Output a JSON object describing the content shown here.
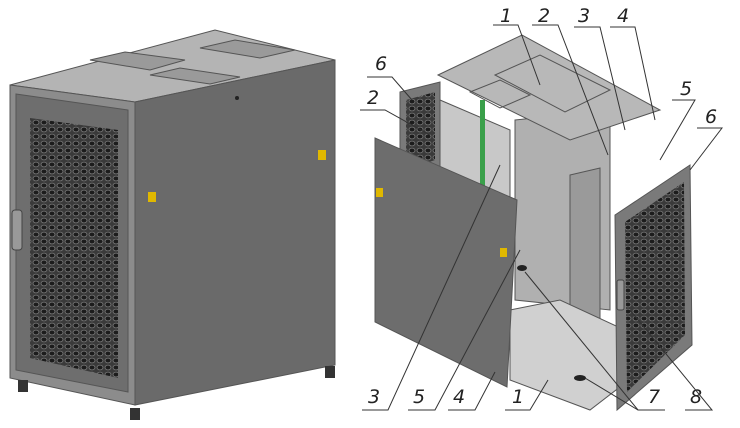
{
  "diagram": {
    "subject": "server-cabinet-assembled-and-exploded",
    "colors": {
      "panel": "#6b6b6b",
      "panel_light": "#a9a9a9",
      "top": "#b8b8b8",
      "frame": "#8a8a8a",
      "lock": "#e0b800"
    },
    "callouts_top": [
      {
        "id": "top-1",
        "text": "1"
      },
      {
        "id": "top-2",
        "text": "2"
      },
      {
        "id": "top-3",
        "text": "3"
      },
      {
        "id": "top-4",
        "text": "4"
      },
      {
        "id": "right-5",
        "text": "5"
      },
      {
        "id": "left-6",
        "text": "6"
      },
      {
        "id": "left-2",
        "text": "2"
      },
      {
        "id": "right-6",
        "text": "6"
      }
    ],
    "callouts_bottom": [
      {
        "id": "bottom-3",
        "text": "3"
      },
      {
        "id": "bottom-5",
        "text": "5"
      },
      {
        "id": "bottom-4",
        "text": "4"
      },
      {
        "id": "bottom-1",
        "text": "1"
      },
      {
        "id": "bottom-7",
        "text": "7"
      },
      {
        "id": "bottom-8",
        "text": "8"
      }
    ]
  }
}
